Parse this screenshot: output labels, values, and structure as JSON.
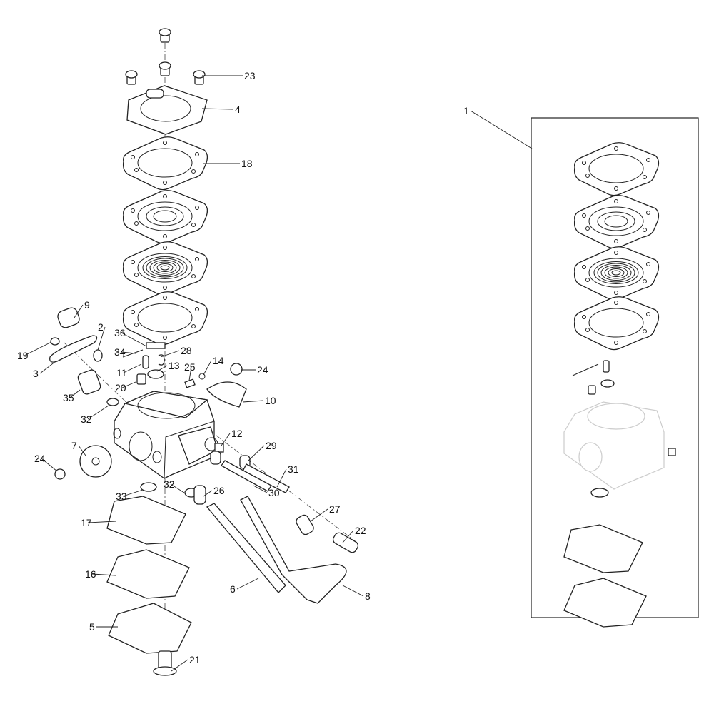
{
  "diagram": {
    "type": "exploded-parts-diagram",
    "subject": "carburetor",
    "callouts": [
      "23",
      "4",
      "18",
      "1",
      "9",
      "2",
      "36",
      "19",
      "34",
      "28",
      "3",
      "14",
      "24",
      "11",
      "13",
      "25",
      "20",
      "35",
      "10",
      "32",
      "12",
      "7",
      "29",
      "24",
      "31",
      "33",
      "32",
      "26",
      "30",
      "27",
      "17",
      "22",
      "16",
      "6",
      "8",
      "5",
      "21"
    ]
  }
}
